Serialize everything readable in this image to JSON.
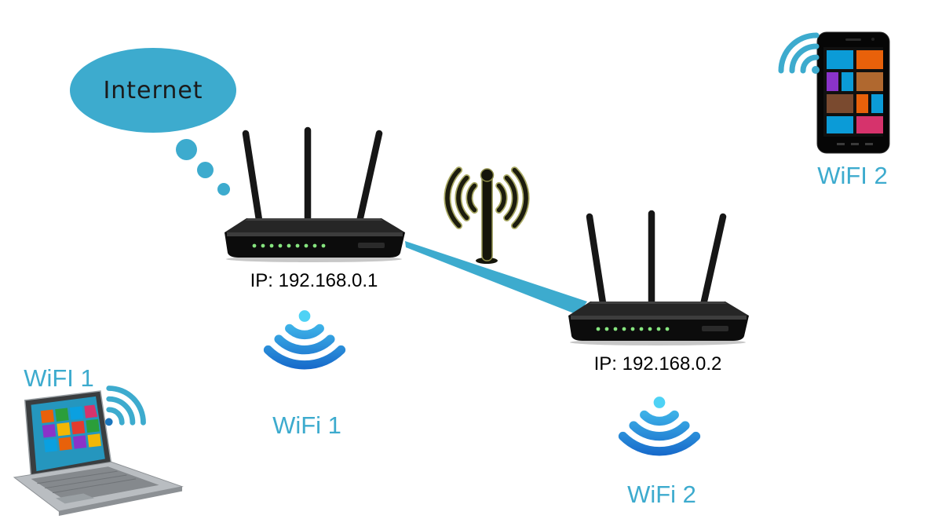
{
  "colors": {
    "teal_accent": "#3dabce",
    "wifi_arc_top": "#4ed2f5",
    "wifi_arc_bottom": "#1464c8",
    "device_black": "#0c0c0c",
    "antenna_outline": "#a8a862"
  },
  "cloud": {
    "label": "Internet"
  },
  "router1": {
    "ip_label": "IP: 192.168.0.1",
    "wifi_label": "WiFi 1"
  },
  "router2": {
    "ip_label": "IP: 192.168.0.2",
    "wifi_label": "WiFi 2"
  },
  "laptop": {
    "wifi_label": "WiFI 1"
  },
  "phone": {
    "wifi_label": "WiFI 2"
  },
  "icons": {
    "internet-cloud": "teal ellipse thought cloud",
    "thought-dots": "three teal circles",
    "router-icon": "black router with three antennas and green LEDs",
    "wifi-signal-icon": "blue fan of arcs, apex on top",
    "repeater-antenna-icon": "dark antenna with radiating waves",
    "connection-line": "teal wedge linking routers",
    "smartphone-icon": "black phone with colorful tile screen",
    "laptop-icon": "silver laptop with tile start screen"
  }
}
